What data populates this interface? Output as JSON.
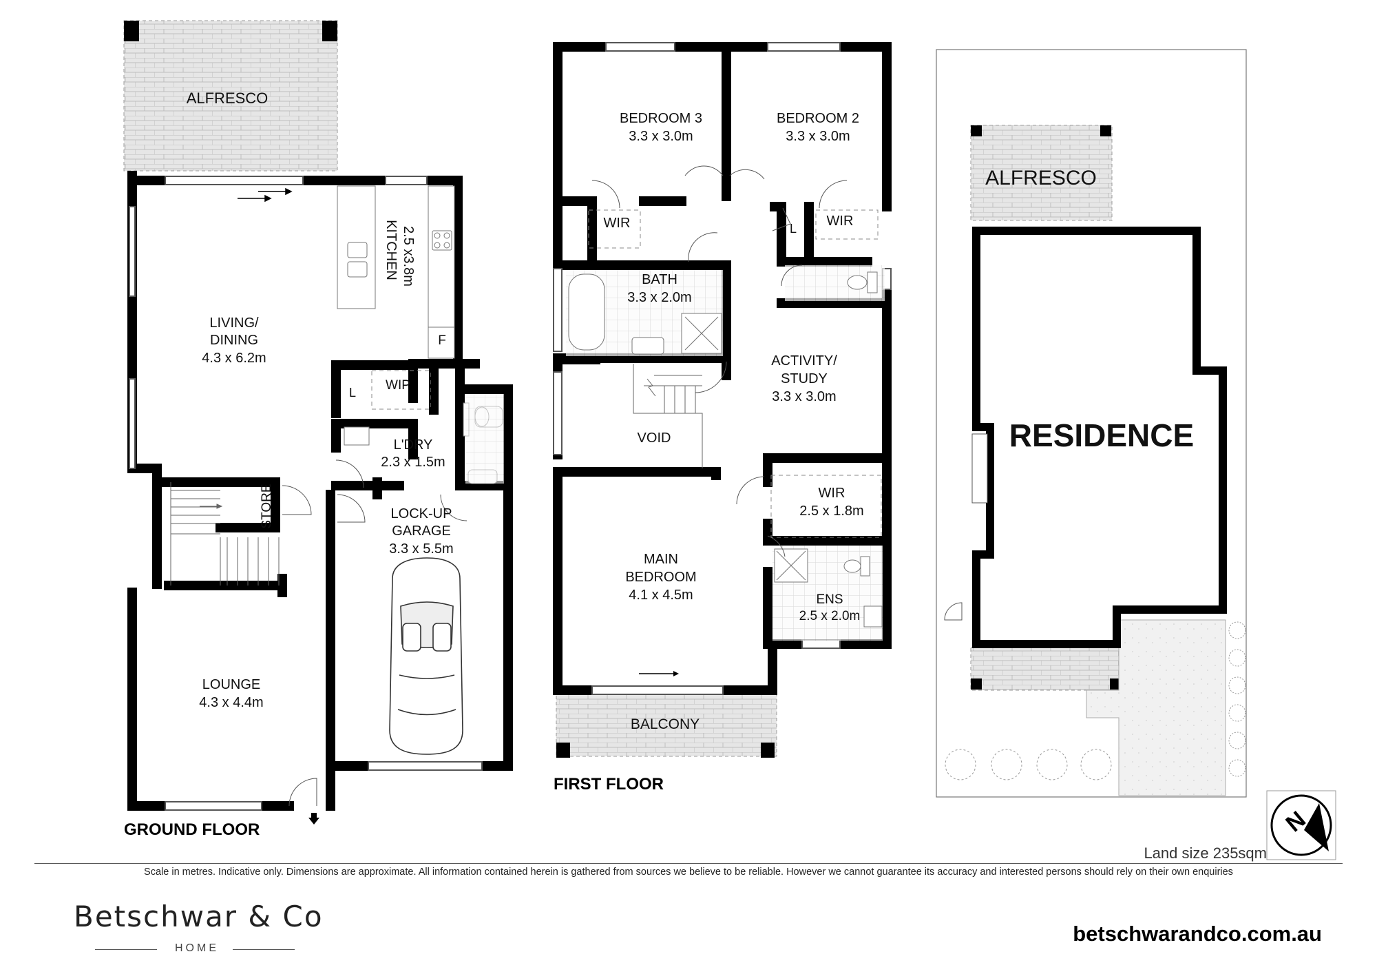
{
  "floors": {
    "ground": "GROUND FLOOR",
    "first": "FIRST FLOOR"
  },
  "rooms": {
    "alfresco": "ALFRESCO",
    "kitchen_name": "KITCHEN",
    "kitchen_dim": "2.5 x3.8m",
    "kitchen_fridge": "F",
    "living_name_1": "LIVING/",
    "living_name_2": "DINING",
    "living_dim": "4.3 x 6.2m",
    "linen_ground": "L",
    "wip": "WIP",
    "laundry_name": "L'DRY",
    "laundry_dim": "2.3 x 1.5m",
    "store": "STORE",
    "garage_name_1": "LOCK-UP",
    "garage_name_2": "GARAGE",
    "garage_dim": "3.3 x 5.5m",
    "lounge_name": "LOUNGE",
    "lounge_dim": "4.3 x 4.4m",
    "bed3_name": "BEDROOM 3",
    "bed3_dim": "3.3 x 3.0m",
    "bed2_name": "BEDROOM 2",
    "bed2_dim": "3.3 x 3.0m",
    "wir_bed3": "WIR",
    "wir_bed2": "WIR",
    "linen_first": "L",
    "bath_name": "BATH",
    "bath_dim": "3.3 x 2.0m",
    "activity_name_1": "ACTIVITY/",
    "activity_name_2": "STUDY",
    "activity_dim": "3.3 x 3.0m",
    "void": "VOID",
    "wir_main_name": "WIR",
    "wir_main_dim": "2.5 x 1.8m",
    "main_name_1": "MAIN",
    "main_name_2": "BEDROOM",
    "main_dim": "4.1 x 4.5m",
    "ens_name": "ENS",
    "ens_dim": "2.5 x 2.0m",
    "balcony": "BALCONY"
  },
  "site": {
    "alfresco": "ALFRESCO",
    "residence": "RESIDENCE",
    "land_size": "Land size 235sqm",
    "north_icon": "north-arrow-icon"
  },
  "footer": {
    "disclaimer": "Scale in metres. Indicative only. Dimensions are approximate. All information contained herein is gathered from sources we believe to be reliable. However we cannot guarantee its accuracy and interested persons should rely on their own enquiries",
    "brand": "Betschwar & Co",
    "brand_sub": "HOME",
    "website": "betschwarandco.com.au"
  },
  "colors": {
    "wall": "#000000",
    "paving": "#e6e6e6",
    "paving_line": "#b8b8b8"
  }
}
